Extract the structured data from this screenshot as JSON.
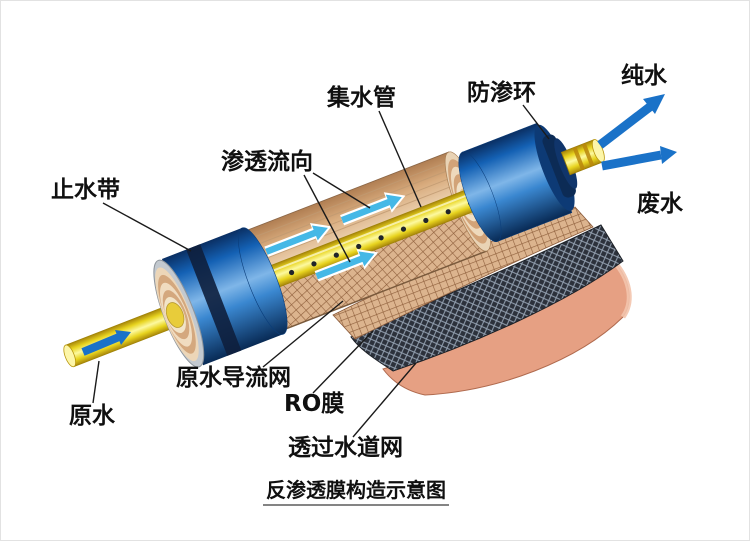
{
  "diagram": {
    "title": "反渗透膜构造示意图",
    "labels": {
      "water_stop_band": "止水带",
      "permeate_flow_direction": "渗透流向",
      "water_collection_pipe": "集水管",
      "anti_seepage_ring": "防渗环",
      "pure_water": "纯水",
      "waste_water": "废水",
      "raw_water": "原水",
      "raw_water_guide_net": "原水导流网",
      "ro_membrane": "RO膜",
      "permeate_channel_net": "透过水道网"
    },
    "colors": {
      "background": "#ffffff",
      "casing_blue": "#1461b4",
      "water_stop_band_dark": "#0e1f3d",
      "collection_tube_yellow": "#f2e23a",
      "membrane_tan": "#d8ab7d",
      "feed_spacer_mesh": "#dcb48e",
      "permeate_channel_dark": "#2c313b",
      "membrane_sheet_salmon": "#e6a083",
      "flow_arrow_blue": "#1a72c8",
      "permeate_arrow_cyan": "#45b8e6",
      "label_text": "#101010"
    }
  }
}
